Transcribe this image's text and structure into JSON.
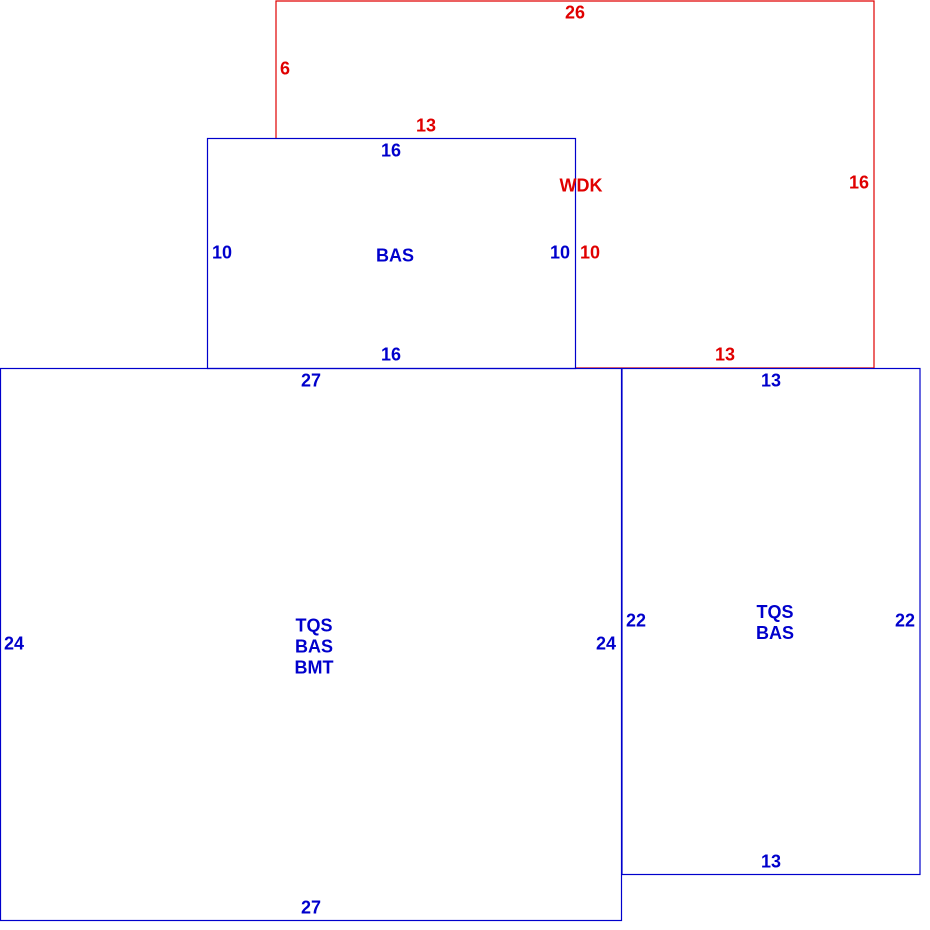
{
  "colors": {
    "wdk": "#e00000",
    "bas": "#0000cc"
  },
  "areas": {
    "wdk": {
      "label": "WDK",
      "sides": {
        "top": "26",
        "left": "6",
        "inner_top": "13",
        "right": "16",
        "inner_right": "10",
        "bottom": "13"
      }
    },
    "bas_upper": {
      "label": "BAS",
      "sides": {
        "top": "16",
        "left": "10",
        "right": "10",
        "bottom": "16"
      }
    },
    "main": {
      "labels": [
        "TQS",
        "BAS",
        "BMT"
      ],
      "sides": {
        "top": "27",
        "left": "24",
        "right": "24",
        "bottom": "27"
      }
    },
    "right": {
      "labels": [
        "TQS",
        "BAS"
      ],
      "sides": {
        "top": "13",
        "left": "22",
        "right": "22",
        "bottom": "13"
      }
    }
  }
}
